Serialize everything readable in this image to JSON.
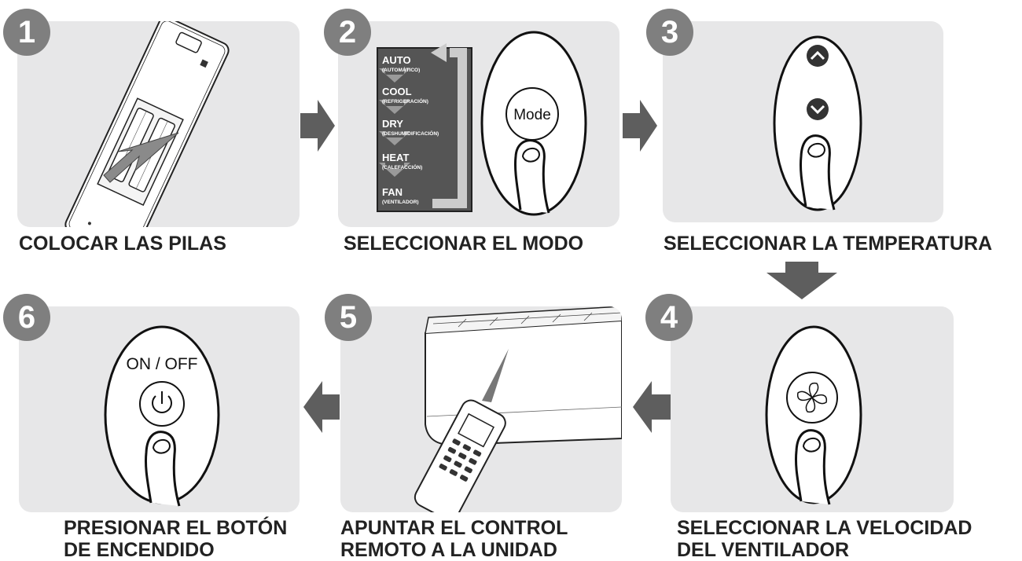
{
  "steps": [
    {
      "number": "1",
      "caption": [
        "COLOCAR LAS PILAS"
      ]
    },
    {
      "number": "2",
      "caption": [
        "SELECCIONAR EL MODO"
      ]
    },
    {
      "number": "3",
      "caption": [
        "SELECCIONAR LA TEMPERATURA"
      ]
    },
    {
      "number": "4",
      "caption": [
        "SELECCIONAR LA VELOCIDAD",
        "DEL VENTILADOR"
      ]
    },
    {
      "number": "5",
      "caption": [
        "APUNTAR EL CONTROL",
        "REMOTO A LA UNIDAD"
      ]
    },
    {
      "number": "6",
      "caption": [
        "PRESIONAR EL BOTÓN",
        "DE ENCENDIDO"
      ]
    }
  ],
  "modes": [
    {
      "name": "AUTO",
      "desc": "(AUTOMÁTICO)"
    },
    {
      "name": "COOL",
      "desc": "(REFRIGERACIÓN)"
    },
    {
      "name": "DRY",
      "desc": "(DESHUMIDIFICACIÓN)"
    },
    {
      "name": "HEAT",
      "desc": "(CALEFACCIÓN)"
    },
    {
      "name": "FAN",
      "desc": "(VENTILADOR)"
    }
  ],
  "buttons": {
    "mode": "Mode",
    "onoff": "ON / OFF"
  },
  "colors": {
    "panel": "#e7e7e8",
    "badge": "#7f7f7f",
    "arrow": "#5e5e5e",
    "text": "#222222"
  }
}
